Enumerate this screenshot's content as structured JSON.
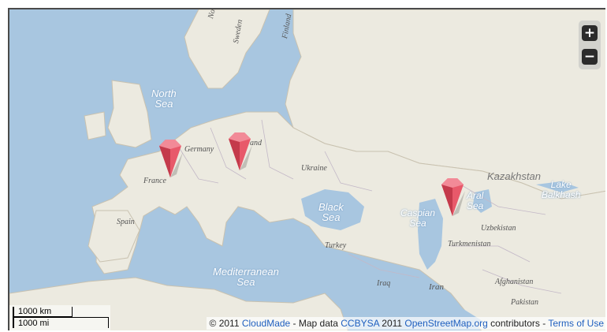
{
  "map": {
    "sea_labels": {
      "north_sea": [
        "North",
        "Sea"
      ],
      "black_sea": [
        "Black",
        "Sea"
      ],
      "caspian_sea": [
        "Caspian",
        "Sea"
      ],
      "aral_sea": [
        "Aral",
        "Sea"
      ],
      "lake_balkhash": [
        "Lake",
        "Balkhash"
      ],
      "mediterranean_sea": [
        "Mediterranean",
        "Sea"
      ]
    },
    "country_labels": {
      "germany": "Germany",
      "poland": "and",
      "france": "France",
      "spain": "Spain",
      "ukraine": "Ukraine",
      "turkey": "Turkey",
      "kazakhstan": "Kazakhstan",
      "uzbekistan": "Uzbekistan",
      "turkmenistan": "Turkmenistan",
      "iran": "Iran",
      "iraq": "Iraq",
      "afghanistan": "Afghanistan",
      "pakistan": "Pakistan",
      "norway": "Norway",
      "sweden": "Sweden",
      "finland": "Finland"
    },
    "markers": [
      "France",
      "Poland",
      "Kazakhstan"
    ],
    "marker_color": "#e8596a"
  },
  "zoom": {
    "in_label": "+",
    "out_label": "−"
  },
  "scale": {
    "km": "1000 km",
    "mi": "1000 mi"
  },
  "attribution": {
    "prefix": "© 2011 ",
    "cloudmade": "CloudMade",
    "mid1": " - Map data ",
    "license": "CCBYSA",
    "mid2": " 2011 ",
    "osm": "OpenStreetMap.org",
    "mid3": " contributors - ",
    "terms": "Terms of Use"
  },
  "colors": {
    "water": "#a8c6e0",
    "land": "#eceae0",
    "link": "#1f5fbf"
  }
}
